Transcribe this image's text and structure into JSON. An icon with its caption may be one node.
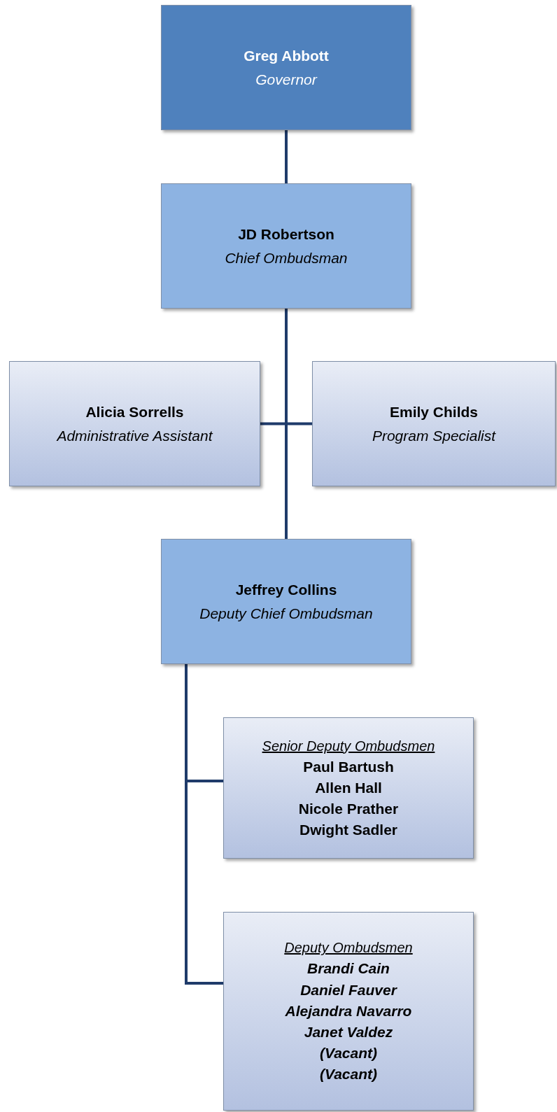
{
  "diagram": {
    "nodes": [
      {
        "text": [
          "Greg Abbott",
          "Governor"
        ]
      },
      {
        "text": [
          "JD Robertson",
          "Chief Ombudsman"
        ]
      },
      {
        "text": [
          "Alicia Sorrells",
          "Administrative Assistant"
        ]
      },
      {
        "text": [
          "Emily Childs",
          "Program Specialist"
        ]
      },
      {
        "text": [
          "Jeffrey Collins",
          "Deputy Chief Ombudsman"
        ]
      },
      {
        "text": [
          "Senior Deputy Ombudsmen",
          "Paul Bartush",
          "Allen Hall",
          "Nicole Prather",
          "Dwight Sadler"
        ]
      },
      {
        "text": [
          "Deputy Ombudsmen",
          "Brandi Cain",
          "Daniel Fauver",
          "Alejandra Navarro",
          "Janet Valdez",
          "(Vacant)",
          "(Vacant)"
        ]
      }
    ],
    "edges": [
      {
        "from": 0,
        "to": 1,
        "arrow": "none"
      },
      {
        "from": 1,
        "to": 2,
        "arrow": "none"
      },
      {
        "from": 1,
        "to": 3,
        "arrow": "none"
      },
      {
        "from": 1,
        "to": 4,
        "arrow": "none"
      },
      {
        "from": 4,
        "to": 5,
        "arrow": "none"
      },
      {
        "from": 4,
        "to": 6,
        "arrow": "none"
      }
    ]
  }
}
